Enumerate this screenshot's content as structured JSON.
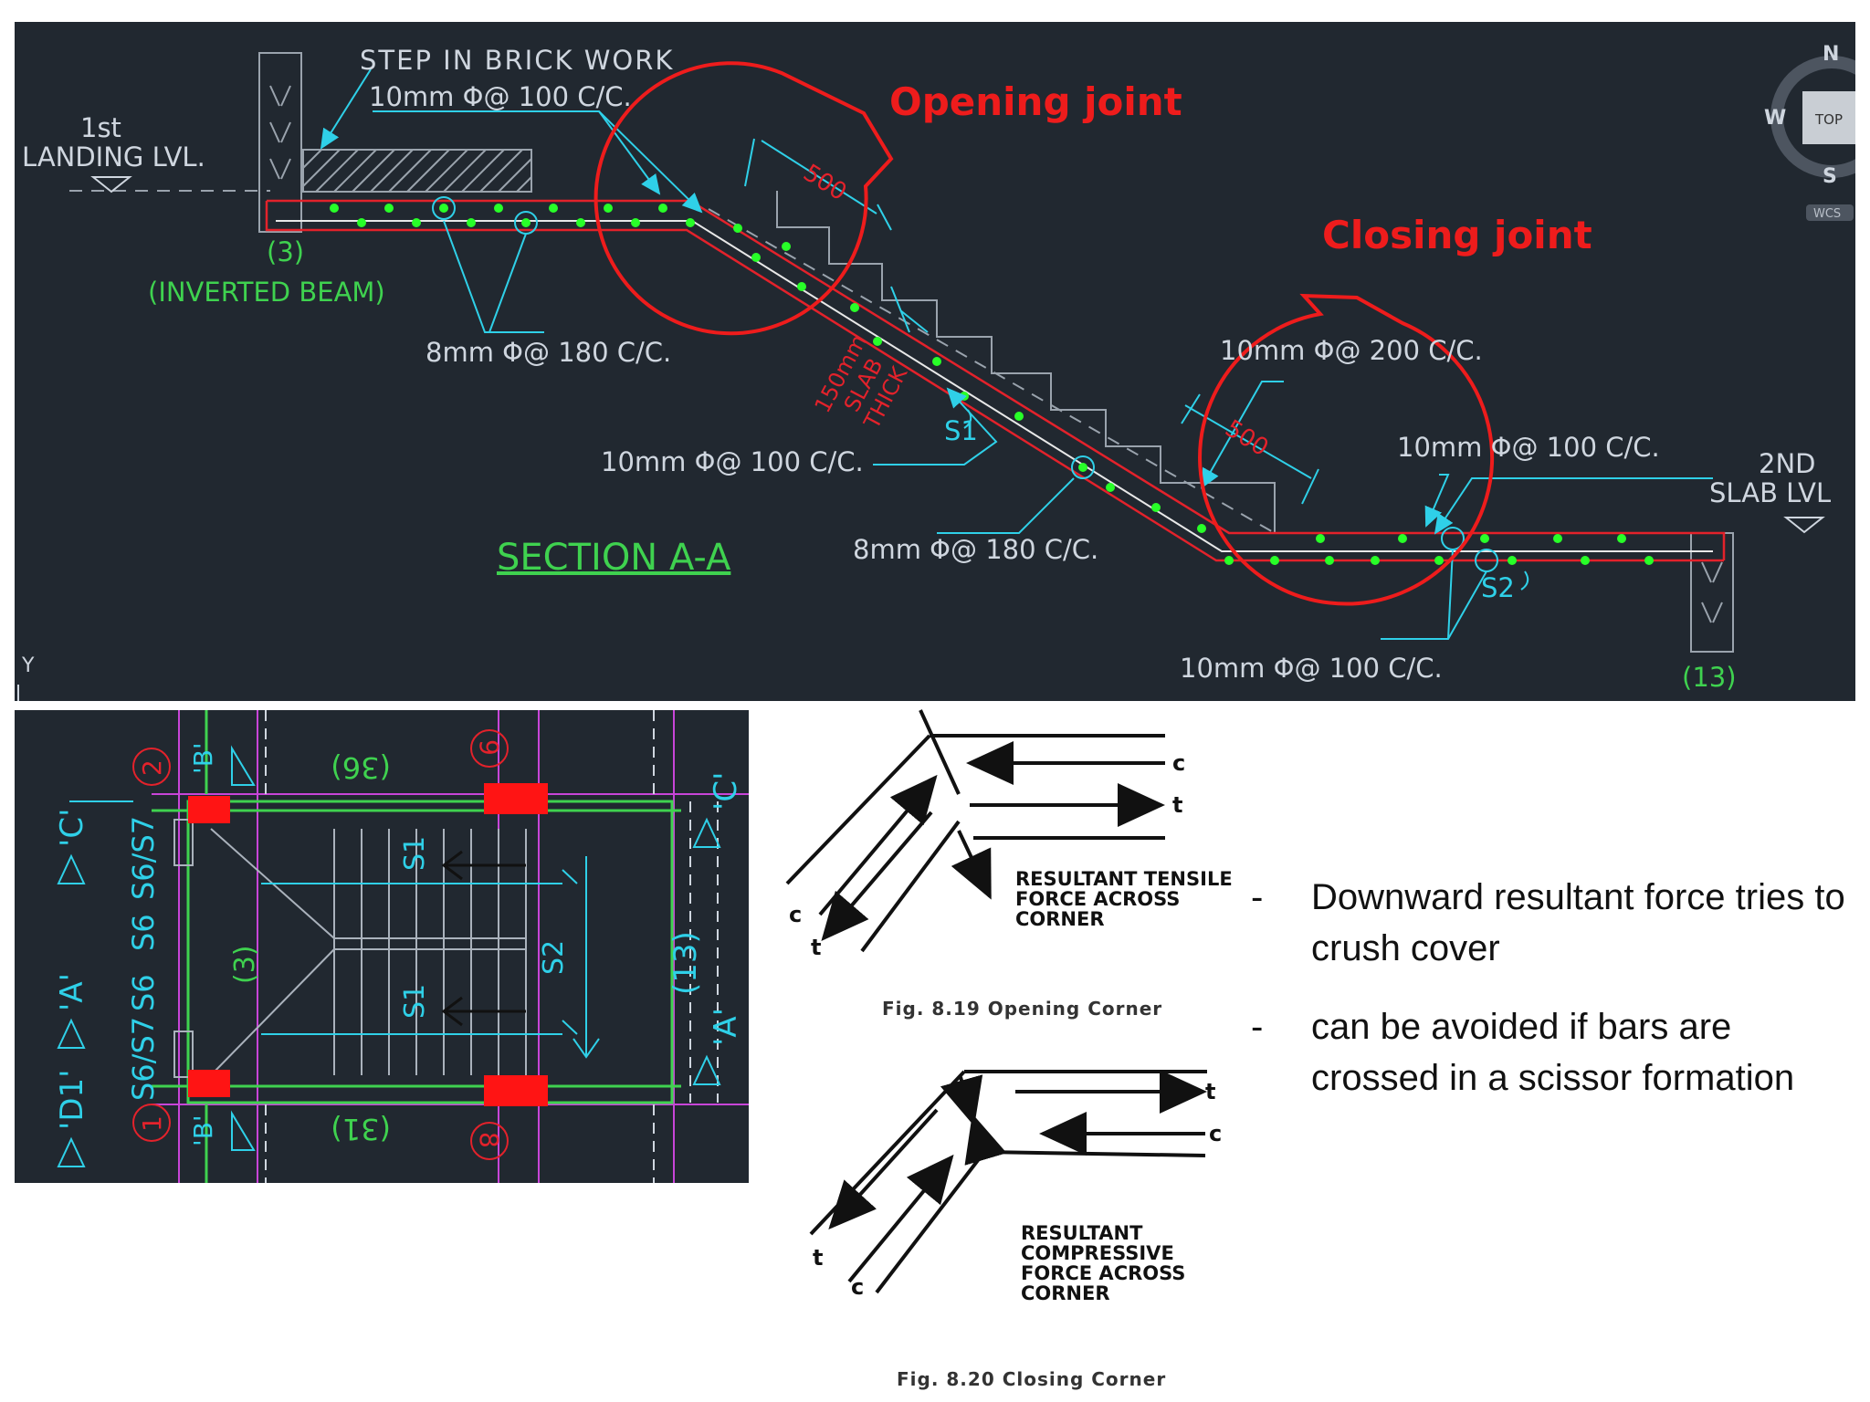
{
  "colors": {
    "cad_bg": "#212830",
    "cad_line": "#cfd6df",
    "cad_cyan": "#2fd0e8",
    "cad_green": "#3fd24f",
    "rebar_dot": "#28ff28",
    "slab_red": "#e3222b",
    "highlight_red": "#ee1c1c",
    "plan_magenta": "#c845d8",
    "plan_column": "#ff1414"
  },
  "section": {
    "labels": {
      "step_in_brick_work": "STEP IN BRICK WORK",
      "landing_line1": "1st",
      "landing_line2": "LANDING LVL.",
      "beam_number": "(3)",
      "beam_name": "(INVERTED BEAM)",
      "bar_top_left": "10mm Φ@ 100 C/C.",
      "bar_dist_left": "8mm Φ@ 180 C/C.",
      "bar_main_s1": "10mm Φ@ 100 C/C.",
      "bar_dist_mid": "8mm Φ@ 180 C/C.",
      "bar_top_right": "10mm Φ@ 200 C/C.",
      "bar_right_top": "10mm Φ@ 100 C/C.",
      "bar_bottom_right": "10mm Φ@ 100 C/C.",
      "slab_line1": "150mm",
      "slab_line2": "SLAB",
      "slab_line3": "THICK",
      "dim_500_a": "500",
      "dim_500_b": "500",
      "tag_s1": "S1",
      "tag_s2": "S2",
      "right_slab_line1": "2ND",
      "right_slab_line2": "SLAB LVL",
      "right_beam": "(13)",
      "title": "SECTION A-A",
      "opening_joint": "Opening joint",
      "closing_joint": "Closing joint",
      "axis_y": "Y"
    },
    "viewcube": {
      "n": "N",
      "w": "W",
      "s": "S",
      "top": "TOP",
      "wcs": "WCS"
    }
  },
  "plan": {
    "grid_top_num": "2",
    "grid_top_b": "'B'",
    "grid_right_num": "9",
    "grid_bottom_num": "1",
    "grid_bottom_b": "'B'",
    "grid_bottom_right_num": "8",
    "grid_c_left": "'C'",
    "grid_c_right": "'C'",
    "grid_a_left": "'A'",
    "grid_a_right": "'A'",
    "grid_d1": "'D1'",
    "beam_top": "(36)",
    "beam_bottom": "(31)",
    "beam_left": "(3)",
    "beam_right": "(13)",
    "slab_upper": "S6/S7",
    "slab_mid_a": "S6",
    "slab_mid_b": "S6",
    "slab_lower": "S6/S7",
    "flight_a": "S1",
    "flight_b": "S1",
    "landing": "S2"
  },
  "opening_corner": {
    "label_c_right": "c",
    "label_t_right": "t",
    "label_c_left": "c",
    "label_t_left": "t",
    "resultant_line1": "RESULTANT TENSILE",
    "resultant_line2": "FORCE ACROSS",
    "resultant_line3": "CORNER",
    "caption": "Fig. 8.19 Opening Corner"
  },
  "closing_corner": {
    "label_t_right": "t",
    "label_c_right": "c",
    "label_t_left": "t",
    "label_c_left": "c",
    "resultant_line1": "RESULTANT",
    "resultant_line2": "COMPRESSIVE",
    "resultant_line3": "FORCE ACROSS",
    "resultant_line4": "CORNER",
    "caption": "Fig. 8.20 Closing Corner"
  },
  "notes": [
    {
      "bullet": "-",
      "text": "Downward resultant force tries to crush cover"
    },
    {
      "bullet": "-",
      "text": "can be avoided if bars are crossed in a scissor formation"
    }
  ]
}
